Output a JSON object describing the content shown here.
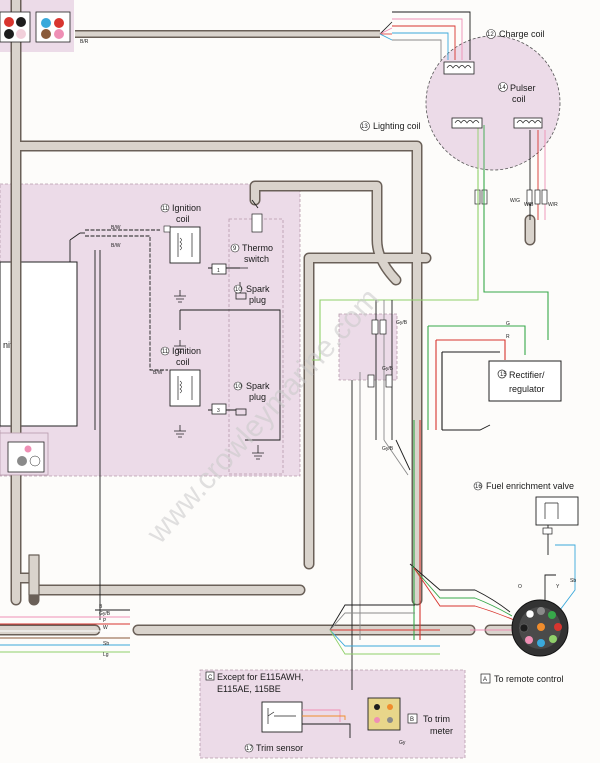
{
  "labels": {
    "charge_coil": "Charge coil",
    "charge_coil_num": "12",
    "pulser_coil_1": "Pulser",
    "pulser_coil_2": "coil",
    "pulser_coil_num": "14",
    "lighting_coil": "Lighting coil",
    "lighting_coil_num": "13",
    "ignition_coil_top_1": "Ignition",
    "ignition_coil_top_2": "coil",
    "ignition_coil_num": "11",
    "thermo_switch_1": "Thermo",
    "thermo_switch_2": "switch",
    "thermo_switch_num": "9",
    "spark_plug_top_1": "Spark",
    "spark_plug_top_2": "plug",
    "spark_plug_num": "10",
    "ignition_coil_bot_1": "Ignition",
    "ignition_coil_bot_2": "coil",
    "spark_plug_bot_1": "Spark",
    "spark_plug_bot_2": "plug",
    "unit_fragment": "nit",
    "rectifier_1": "Rectifier/",
    "rectifier_2": "regulator",
    "rectifier_num": "15",
    "fuel_valve": "Fuel enrichment valve",
    "fuel_valve_num": "16",
    "remote_letter": "A",
    "remote_control": "To remote control",
    "except_letter": "C",
    "except_line1": "Except for E115AWH,",
    "except_line2": "E115AE, 115BE",
    "trim_letter": "B",
    "trim_meter_1": "To trim",
    "trim_meter_2": "meter",
    "trim_sensor": "Trim sensor",
    "trim_sensor_num": "17",
    "watermark": "www.crowleymarine.com"
  },
  "wire_codes": {
    "br_top": "B/R",
    "bw_1": "B/W",
    "bw_2": "B/W",
    "bw_3": "B/W",
    "gyb_1": "Gy/B",
    "gyb_2": "Gy/B",
    "gyb_3": "Gy/B",
    "g": "G",
    "r": "R",
    "b": "B",
    "wg": "W/G",
    "wb": "W/B",
    "wr": "W/R",
    "p": "P",
    "w": "W",
    "lg": "Lg",
    "sb": "Sb",
    "y": "Y",
    "o": "O",
    "gy": "Gy"
  },
  "colors": {
    "module_fill": "#ecdbe8",
    "module_border": "#b79aab",
    "harness": "#d9d3cc",
    "harness_edge": "#6a6058",
    "wire_green": "#37a84a",
    "wire_red": "#d8352f",
    "wire_pink": "#ef8fb5",
    "wire_blue": "#3aa9db",
    "wire_black": "#1d1d1d",
    "wire_gray": "#8a8a8a",
    "wire_white": "#ffffff",
    "wire_brown": "#8a5a3a",
    "wire_lightgreen": "#8fd06a",
    "wire_orange": "#f08c2c"
  }
}
